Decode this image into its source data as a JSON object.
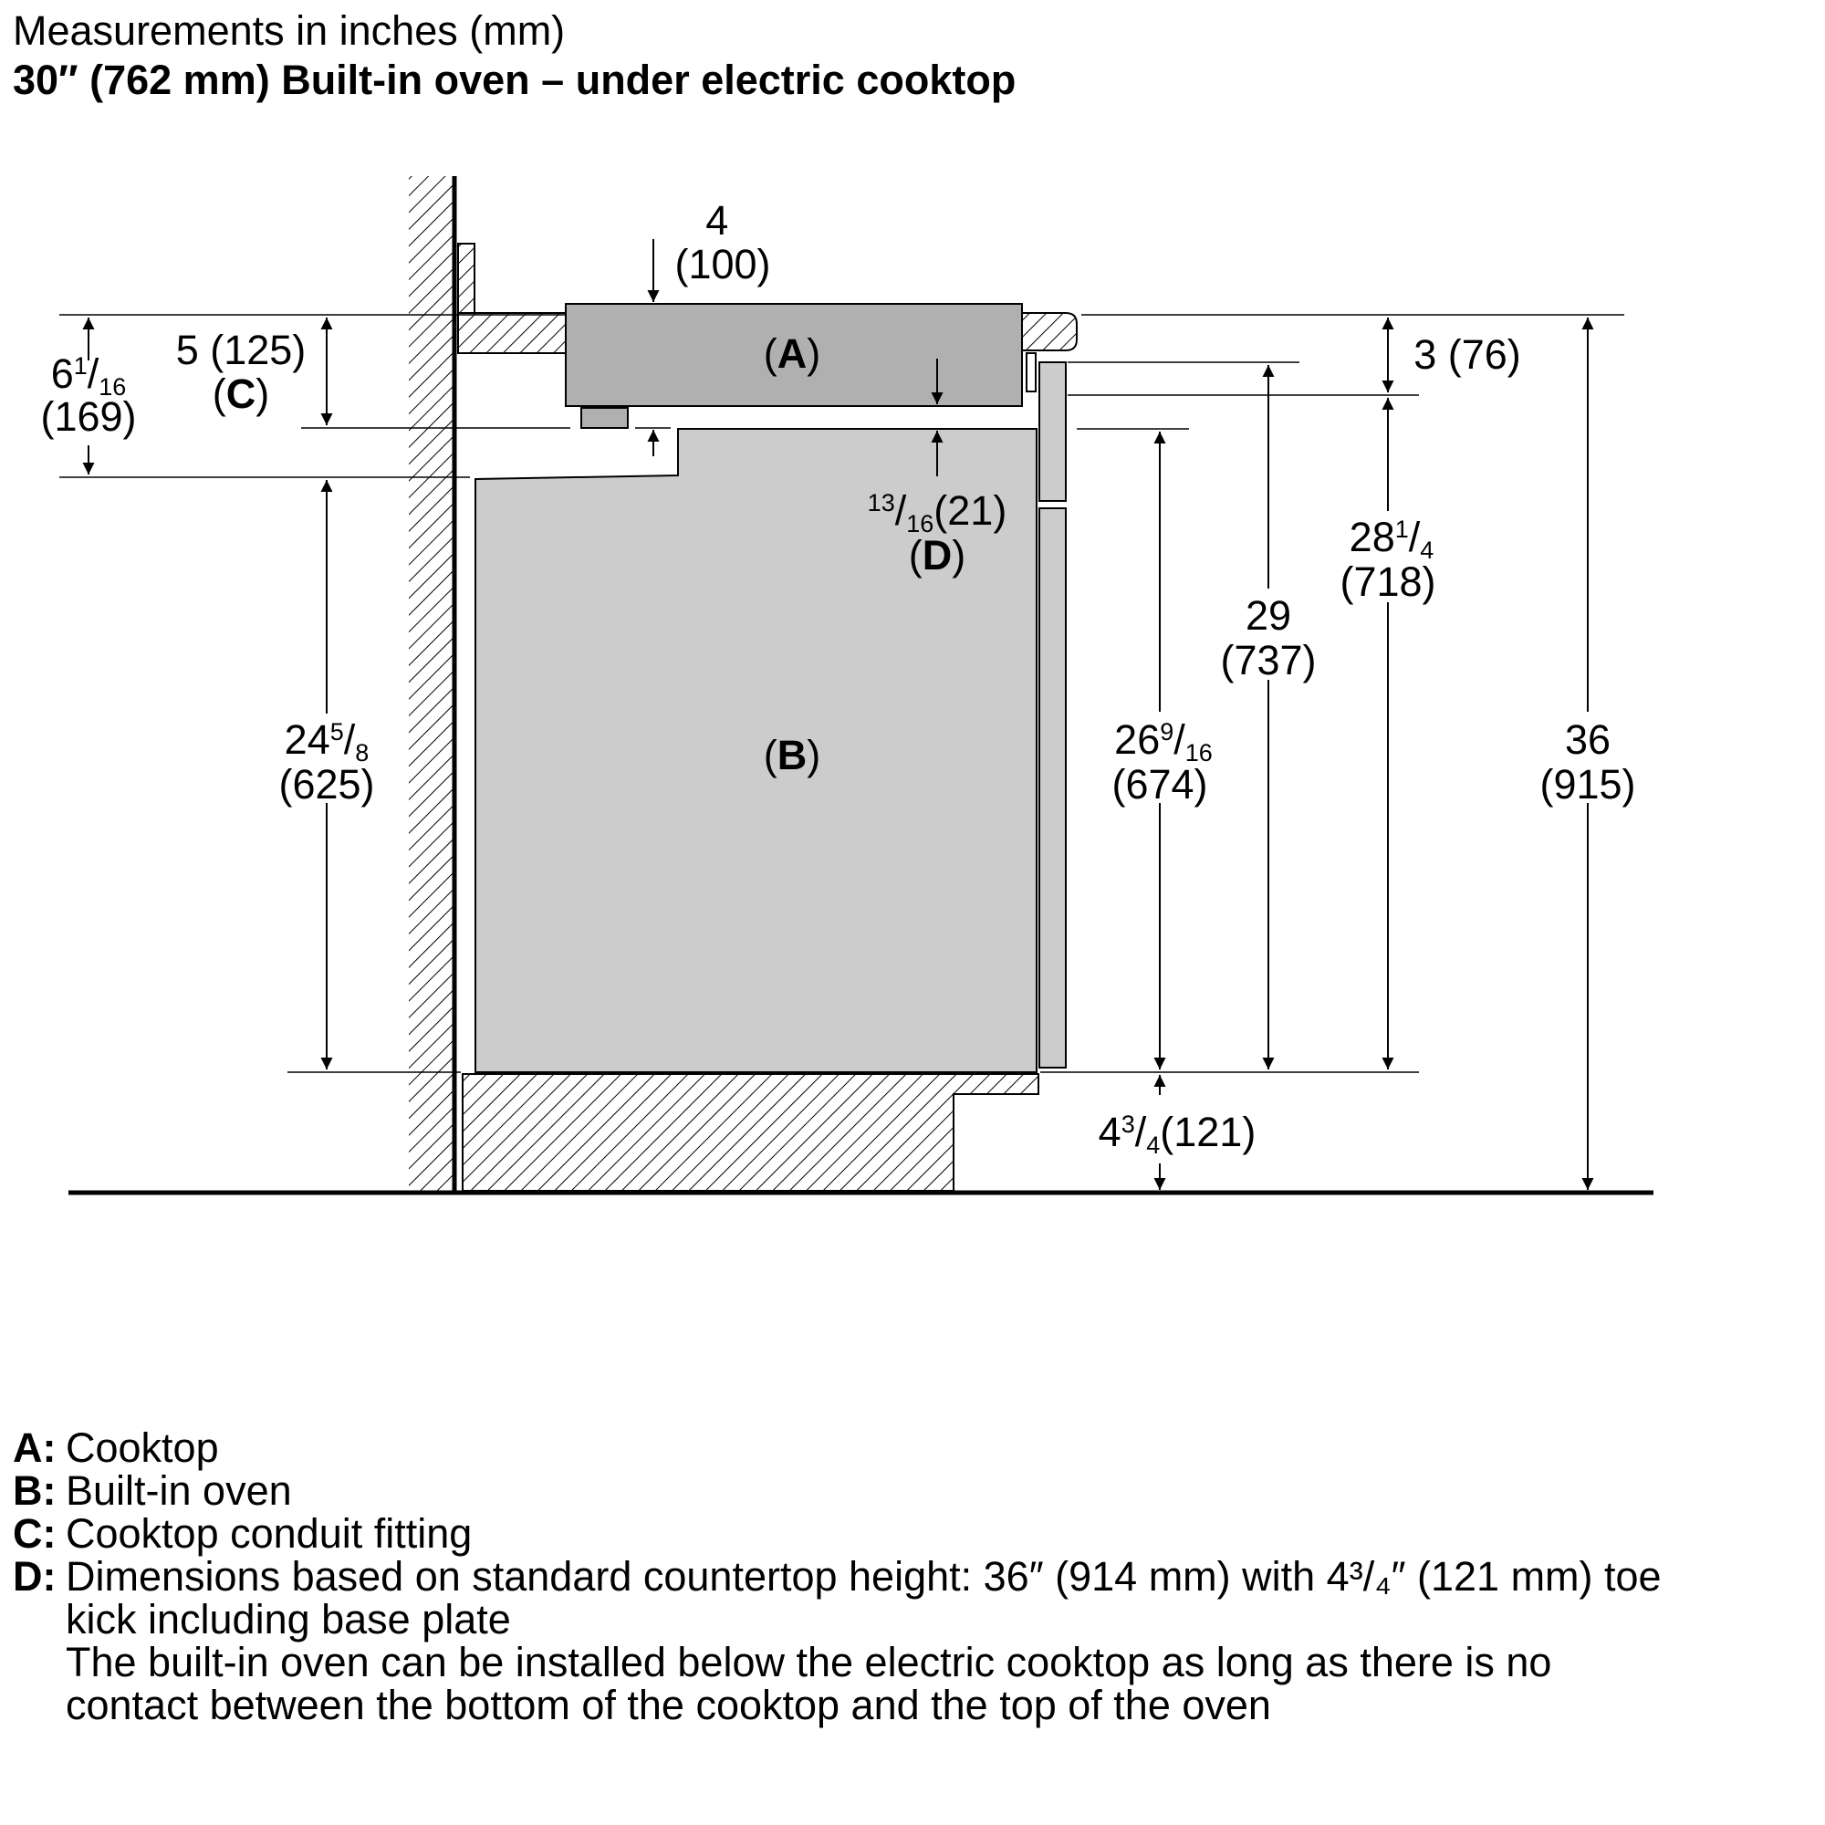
{
  "header": {
    "subtitle": "Measurements in inches (mm)",
    "title": "30″ (762 mm) Built-in oven – under electric cooktop"
  },
  "labels": {
    "A": "A",
    "B": "B",
    "C": "C",
    "D": "D"
  },
  "dimensions": {
    "top_gap": {
      "whole": "4",
      "mm": "(100)"
    },
    "cutout_depth": {
      "text": "5 (125)"
    },
    "left_overall": {
      "whole": "6",
      "sup": "1",
      "sub": "16",
      "mm": "(169)"
    },
    "cooktop_depth": {
      "text": "3 (76)"
    },
    "gap_d": {
      "sup": "13",
      "sub": "16",
      "mm": "(21)"
    },
    "opening_height": {
      "whole": "24",
      "sup": "5",
      "sub": "8",
      "mm": "(625)"
    },
    "oven_height": {
      "whole": "26",
      "sup": "9",
      "sub": "16",
      "mm": "(674)"
    },
    "to_countertop": {
      "whole": "29",
      "mm": "(737)"
    },
    "to_cooktop_bottom": {
      "whole": "28",
      "sup": "1",
      "sub": "4",
      "mm": "(718)"
    },
    "total_height": {
      "whole": "36",
      "mm": "(915)"
    },
    "toe_kick": {
      "whole": "4",
      "sup": "3",
      "sub": "4",
      "mm": "(121)"
    }
  },
  "legend": [
    {
      "key": "A:",
      "lines": [
        "Cooktop"
      ]
    },
    {
      "key": "B:",
      "lines": [
        "Built-in oven"
      ]
    },
    {
      "key": "C:",
      "lines": [
        "Cooktop conduit fitting"
      ]
    },
    {
      "key": "D:",
      "lines": [
        "Dimensions based on standard countertop height: 36″ (914 mm) with 4³/₄″ (121 mm) toe",
        "kick including base plate",
        "The built-in oven can be installed below the electric cooktop as long as there is no",
        "contact between the bottom of the cooktop and the top of the oven"
      ]
    }
  ]
}
